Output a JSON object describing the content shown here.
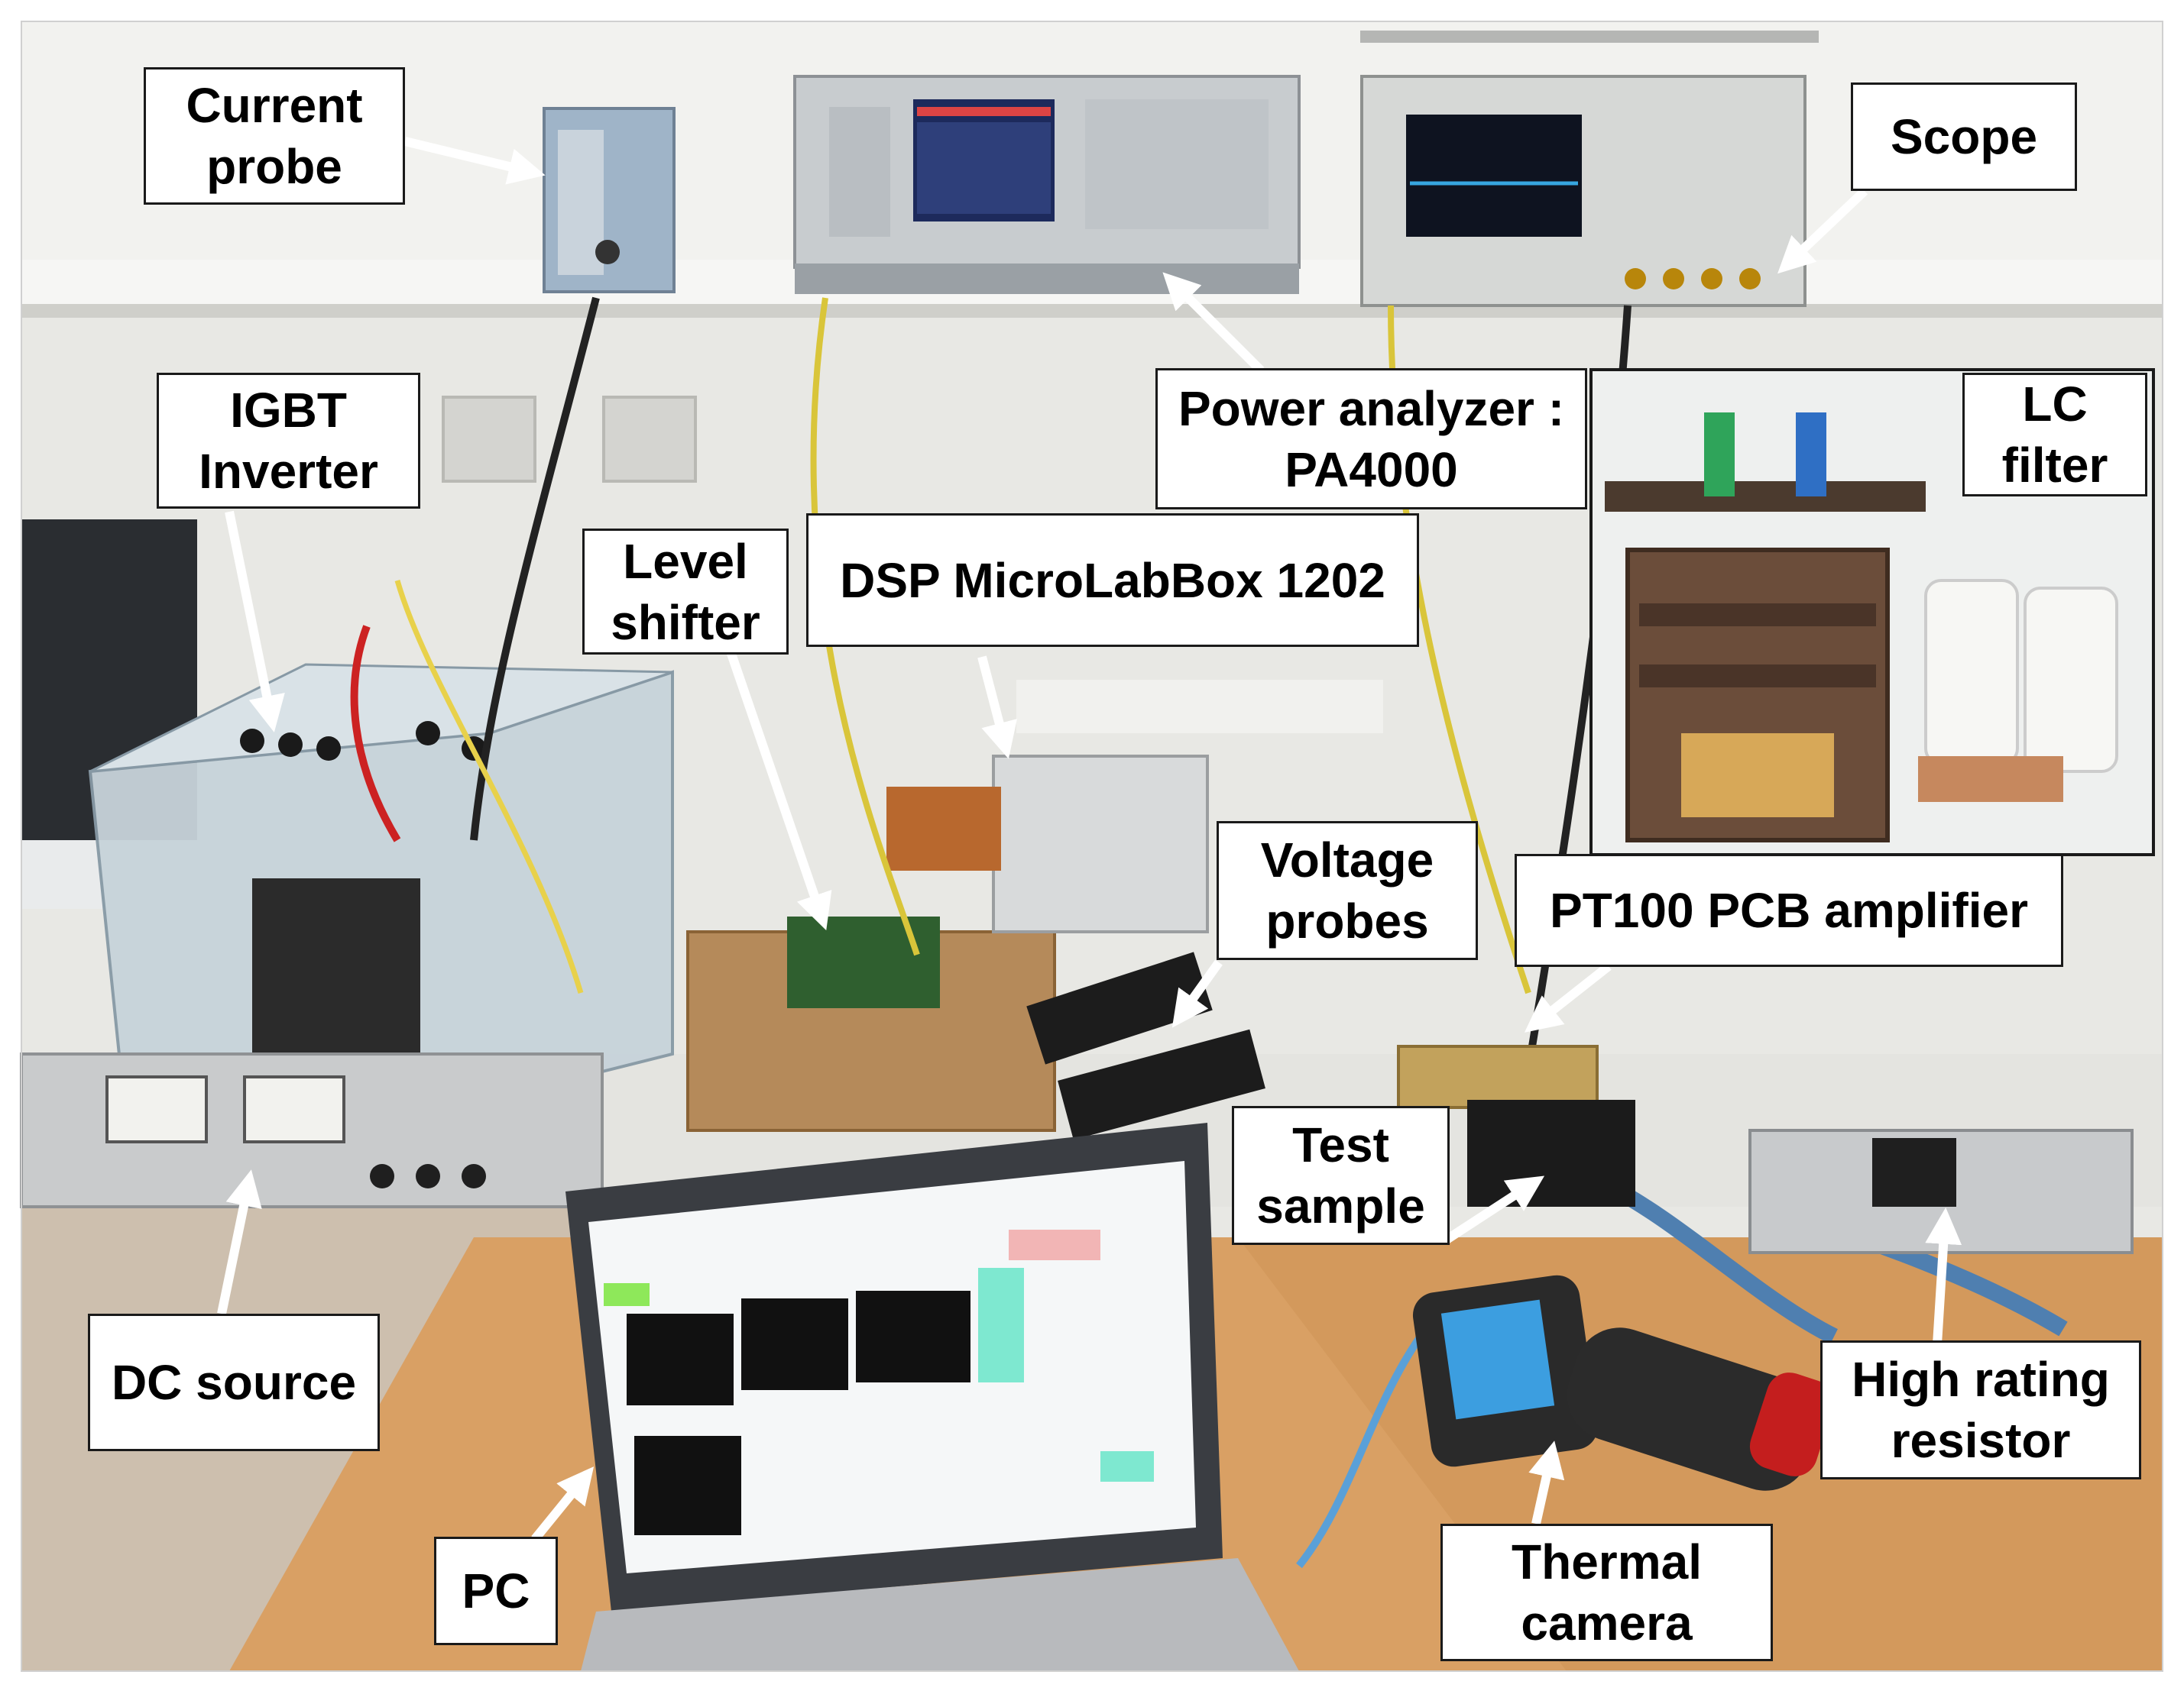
{
  "labels": {
    "current_probe": [
      "Current",
      "probe"
    ],
    "scope": [
      "Scope"
    ],
    "igbt_inverter": [
      "IGBT",
      "Inverter"
    ],
    "power_analyzer": [
      "Power analyzer :",
      "PA4000"
    ],
    "lc_filter": [
      "LC",
      "filter"
    ],
    "level_shifter": [
      "Level",
      "shifter"
    ],
    "dsp": [
      "DSP MicroLabBox 1202"
    ],
    "voltage_probes": [
      "Voltage",
      "probes"
    ],
    "pt100": [
      "PT100 PCB amplifier"
    ],
    "test_sample": [
      "Test",
      "sample"
    ],
    "dc_source": [
      "DC source"
    ],
    "high_rating_resistor": [
      "High rating",
      "resistor"
    ],
    "pc": [
      "PC"
    ],
    "thermal_camera": [
      "Thermal",
      "camera"
    ]
  },
  "colors": {
    "label_background": "#ffffff",
    "label_border": "#1a1a1a",
    "arrow": "#ffffff",
    "wall": "#e6e6e2",
    "bench": "#d9a064"
  }
}
